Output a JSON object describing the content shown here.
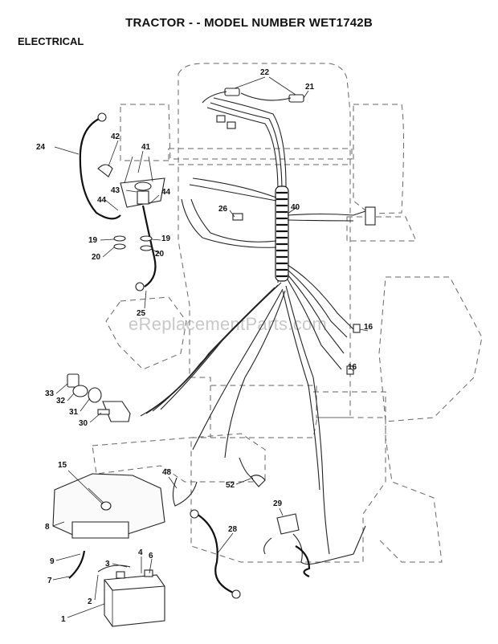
{
  "title": "TRACTOR - - MODEL NUMBER WET1742B",
  "subtitle": "ELECTRICAL",
  "watermark": "eReplacementParts.com",
  "callouts": {
    "c1": "1",
    "c2": "2",
    "c3": "3",
    "c4": "4",
    "c6": "6",
    "c7": "7",
    "c8": "8",
    "c9": "9",
    "c15": "15",
    "c16a": "16",
    "c16b": "16",
    "c19a": "19",
    "c19b": "19",
    "c20a": "20",
    "c20b": "20",
    "c21": "21",
    "c22": "22",
    "c24": "24",
    "c25": "25",
    "c26": "26",
    "c28": "28",
    "c29": "29",
    "c30": "30",
    "c31": "31",
    "c32": "32",
    "c33": "33",
    "c40": "40",
    "c41": "41",
    "c42": "42",
    "c43": "43",
    "c44a": "44",
    "c44b": "44",
    "c48": "48",
    "c52": "52"
  }
}
